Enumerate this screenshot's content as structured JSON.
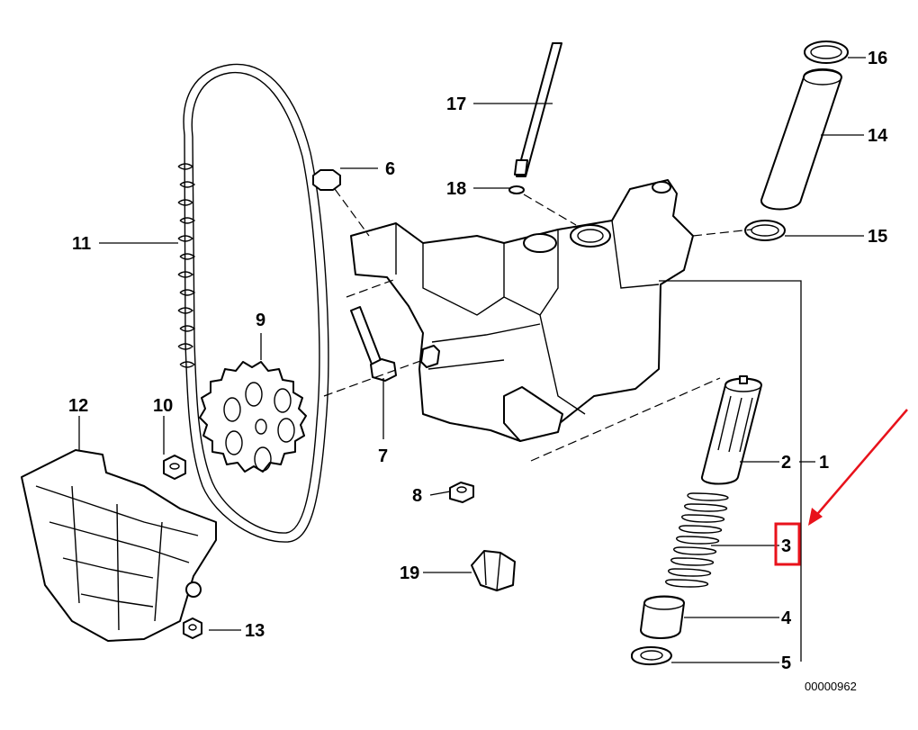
{
  "diagram": {
    "drawing_code": "00000962",
    "callouts": {
      "c1": "1",
      "c2": "2",
      "c3": "3",
      "c4": "4",
      "c5": "5",
      "c6": "6",
      "c7": "7",
      "c8": "8",
      "c9": "9",
      "c10": "10",
      "c11": "11",
      "c12": "12",
      "c13": "13",
      "c14": "14",
      "c15": "15",
      "c16": "16",
      "c17": "17",
      "c18": "18",
      "c19": "19"
    },
    "highlight": {
      "callout": "3",
      "color": "#e8121b"
    }
  }
}
